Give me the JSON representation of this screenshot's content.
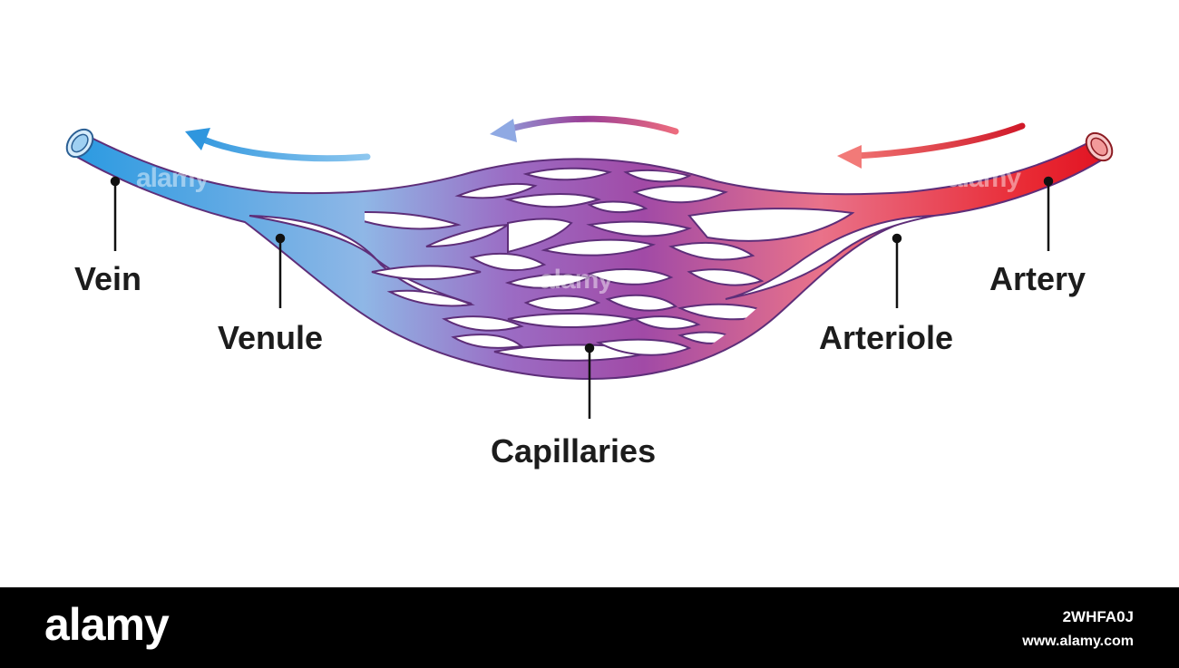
{
  "labels": {
    "vein": "Vein",
    "venule": "Venule",
    "capillaries": "Capillaries",
    "arteriole": "Arteriole",
    "artery": "Artery"
  },
  "colors": {
    "venous": "#2f9be0",
    "mid": "#9a4ea8",
    "arterial": "#e01b2a",
    "label_line": "#111111",
    "footer_bg": "#000000"
  },
  "watermark": "alamy",
  "footer": {
    "brand": "alamy",
    "image_id": "2WHFA0J",
    "url": "www.alamy.com"
  }
}
